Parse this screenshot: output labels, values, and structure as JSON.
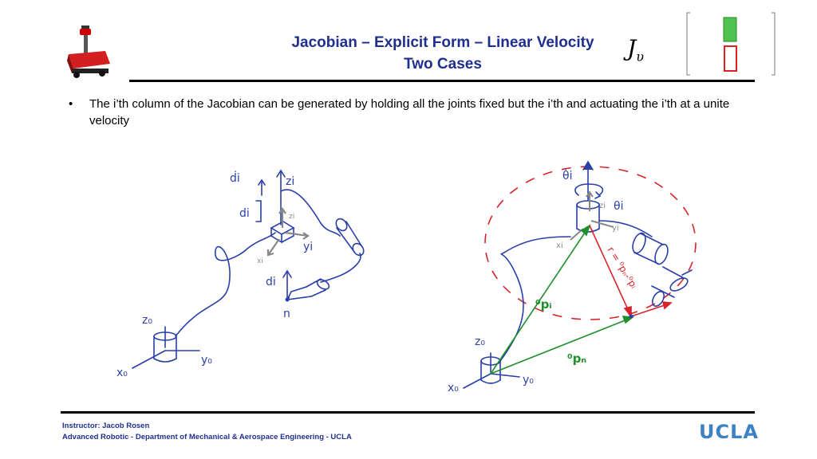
{
  "header": {
    "title_line1": "Jacobian – Explicit Form – Linear Velocity",
    "title_line2": "Two Cases",
    "symbol_base": "J",
    "symbol_sub": "υ"
  },
  "body": {
    "bullet_marker": "•",
    "bullet_text": "The i’th column of the Jacobian can be generated by holding all the joints fixed but the i’th and actuating the i’th at a unite velocity"
  },
  "diagram_left": {
    "label_di_dot": "ḋi",
    "label_zi": "zi",
    "label_di_top": "di",
    "label_zi_small": "zi",
    "label_yi": "yi",
    "label_xi": "xi",
    "label_di_mid": "di",
    "label_n": "n",
    "label_z0": "z₀",
    "label_y0": "y₀",
    "label_x0": "x₀"
  },
  "diagram_right": {
    "label_theta_dot": "θ̇i",
    "label_theta": "θi",
    "label_zi": "zi",
    "label_yi": "yi",
    "label_xi": "xi",
    "label_r": "r = ⁰pₙ-⁰pᵢ",
    "label_pi": "⁰pᵢ",
    "label_pn": "⁰pₙ",
    "label_z0": "z₀",
    "label_y0": "y₀",
    "label_x0": "x₀"
  },
  "footer": {
    "line1": "Instructor: Jacob Rosen",
    "line2": "Advanced Robotic -  Department of Mechanical & Aerospace Engineering - UCLA",
    "logo_text": "UCLA"
  },
  "colors": {
    "title_blue": "#1f2f8f",
    "ink_blue": "#2a3fa8",
    "arrow_green": "#1f8f2a",
    "arrow_red": "#d8232a",
    "ucla_blue": "#3b82c4"
  }
}
